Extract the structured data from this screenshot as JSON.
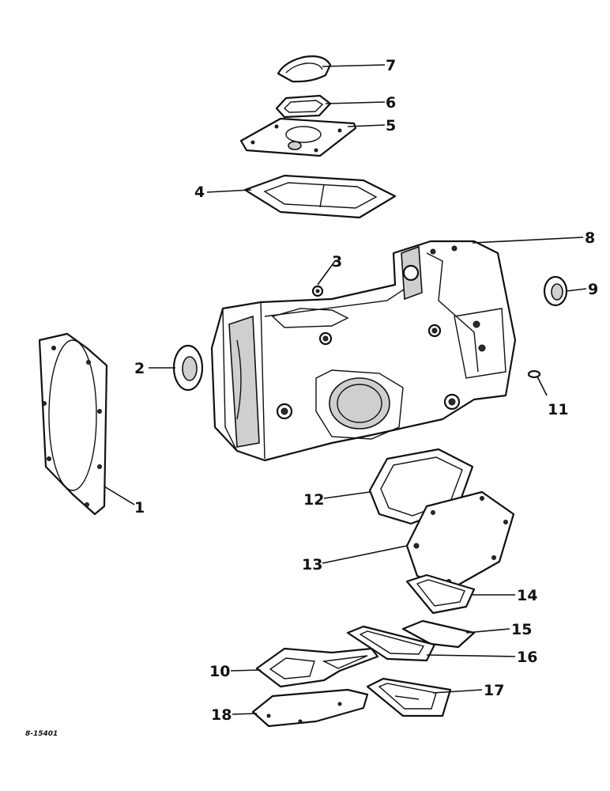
{
  "figure": {
    "reference_code": "8-15401",
    "callouts": [
      "1",
      "2",
      "3",
      "4",
      "5",
      "6",
      "7",
      "8",
      "9",
      "10",
      "11",
      "12",
      "13",
      "14",
      "15",
      "16",
      "17",
      "18"
    ]
  }
}
